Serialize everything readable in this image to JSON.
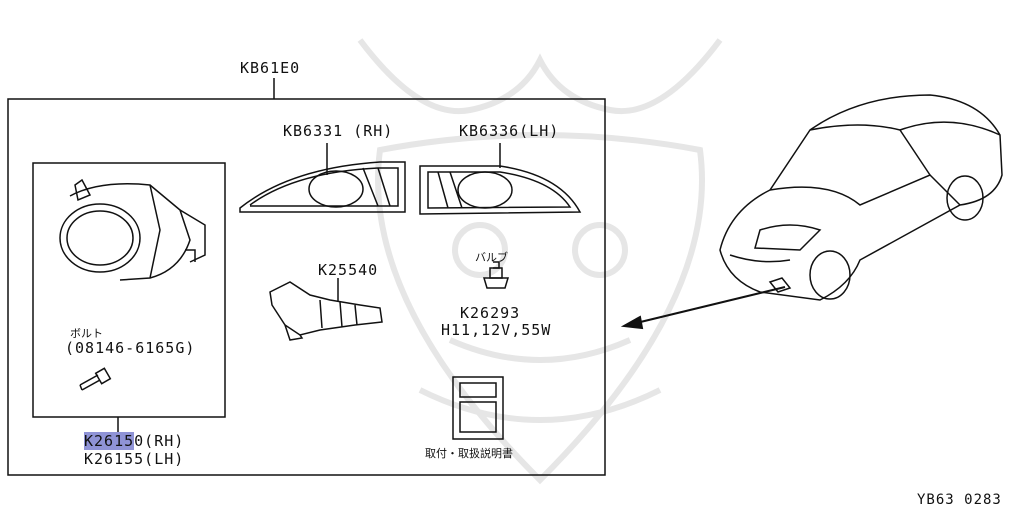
{
  "diagram": {
    "assembly_code": "KB61E0",
    "parts": {
      "finisher_rh": "KB6331 (RH)",
      "finisher_lh": "KB6336(LH)",
      "harness": "K25540",
      "bulb_label": "バルブ",
      "bulb_code": "K26293",
      "bulb_spec": "H11,12V,55W",
      "bolt_label": "ボルト",
      "bolt_code": "(08146-6165G)",
      "lamp_rh_highlight": "K2615",
      "lamp_rh_rest": "0(RH)",
      "lamp_lh": "K26155(LH)",
      "manual": "取付・取扱説明書"
    },
    "diagram_id": "YB63 0283"
  },
  "colors": {
    "line": "#111111",
    "highlight": "#8f93d6",
    "watermark": "#e6e6e6"
  }
}
